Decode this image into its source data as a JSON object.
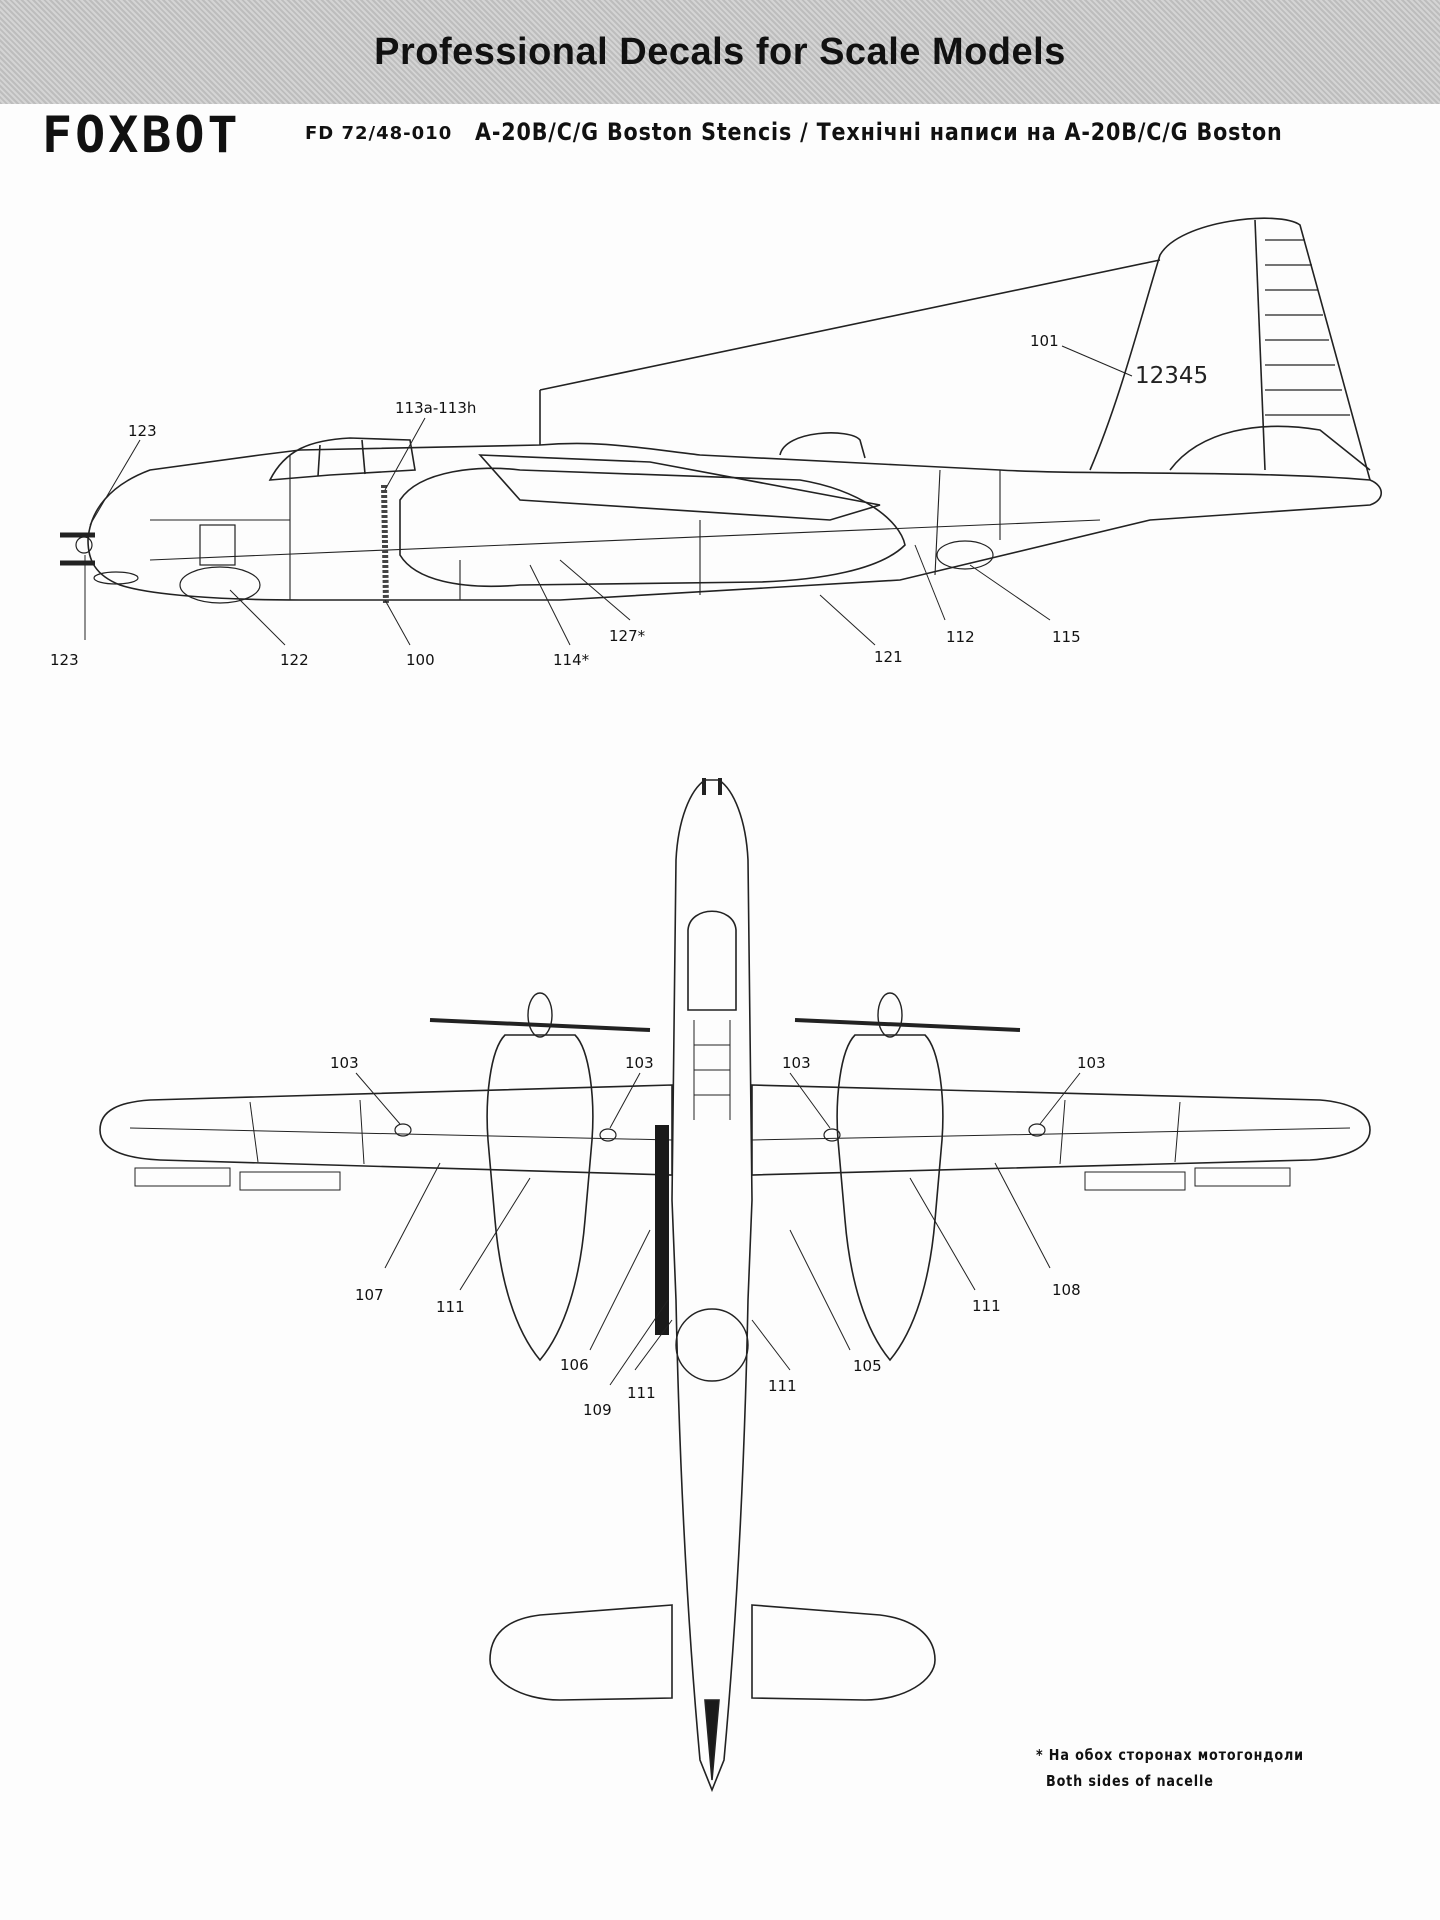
{
  "header": {
    "banner": "Professional Decals for Scale Models",
    "brand": "FOXBOT",
    "code": "FD 72/48-010",
    "title": "A-20B/C/G Boston Stencis / Технічні написи на A-20B/C/G Boston"
  },
  "side_view": {
    "serial": "12345",
    "callouts": [
      "101",
      "113a-113h",
      "123",
      "123",
      "122",
      "100",
      "114*",
      "127*",
      "121",
      "112",
      "115"
    ]
  },
  "top_view": {
    "callouts": [
      "103",
      "103",
      "103",
      "103",
      "107",
      "111",
      "106",
      "109",
      "111",
      "111",
      "105",
      "111",
      "108"
    ]
  },
  "footnote": {
    "line1": "* На обох сторонах мотогондоли",
    "line2": "Both sides of nacelle"
  },
  "colors": {
    "banner": "#c9c9c9",
    "ink": "#111111",
    "paper": "#fdfdfd"
  }
}
